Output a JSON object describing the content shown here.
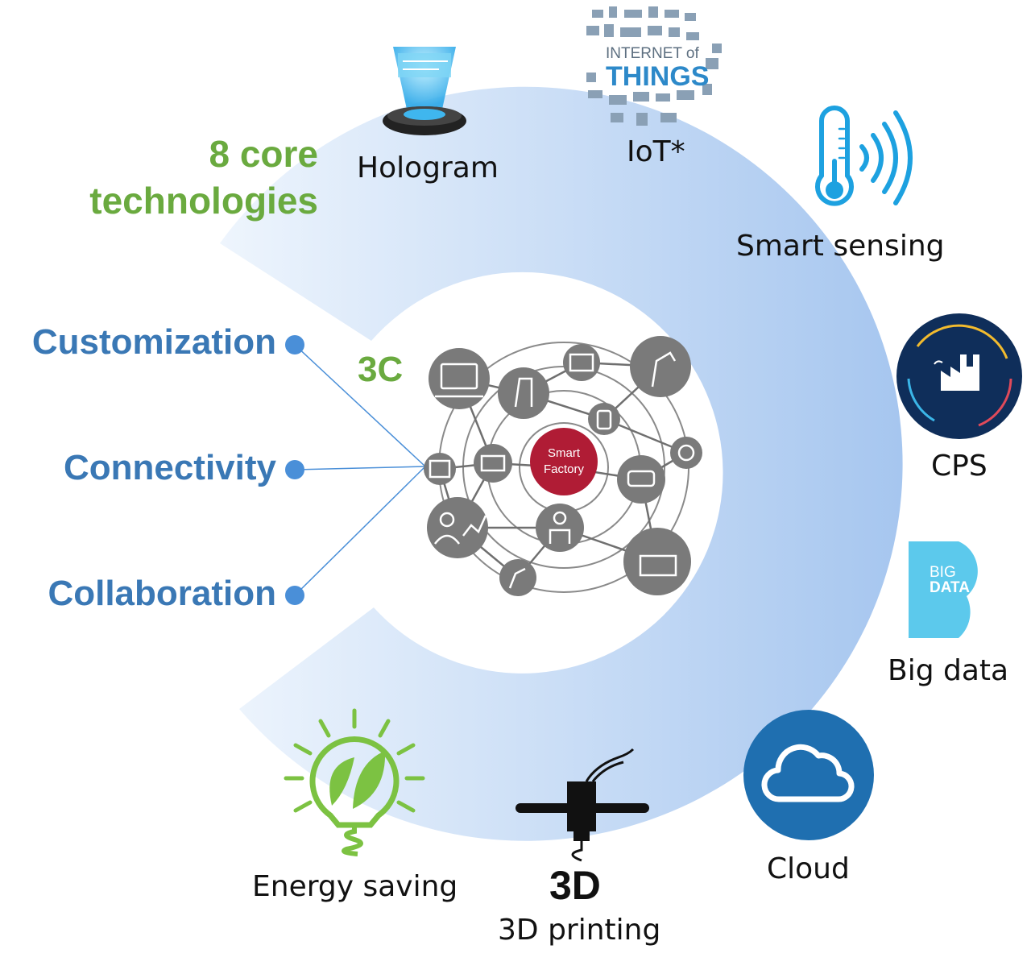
{
  "heading": {
    "line1": "8 core",
    "line2": "technologies"
  },
  "three_c": {
    "title": "3C",
    "items": [
      "Customization",
      "Connectivity",
      "Collaboration"
    ]
  },
  "hub": {
    "line1": "Smart",
    "line2": "Factory"
  },
  "technologies": {
    "hologram": {
      "label": "Hologram",
      "icon": "hologram-icon"
    },
    "iot": {
      "label": "IoT*",
      "icon": "internet-of-things-icon",
      "logo_text_1": "INTERNET of",
      "logo_text_2": "THINGS"
    },
    "smart_sensing": {
      "label": "Smart sensing",
      "icon": "thermometer-signal-icon"
    },
    "cps": {
      "label": "CPS",
      "icon": "factory-icon"
    },
    "big_data": {
      "label": "Big data",
      "icon": "big-data-icon",
      "logo_text_1": "BIG",
      "logo_text_2": "DATA"
    },
    "cloud": {
      "label": "Cloud",
      "icon": "cloud-icon"
    },
    "printing_3d": {
      "label": "3D printing",
      "icon": "3d-printer-icon",
      "logo_text": "3D"
    },
    "energy_saving": {
      "label": "Energy saving",
      "icon": "lightbulb-leaf-icon"
    }
  },
  "colors": {
    "ring_light": "#eaf2fc",
    "ring_dark": "#a9c9f0",
    "green": "#6aaa3f",
    "blue_text": "#3a78b5",
    "connector": "#4a8fd8",
    "hub_red": "#b01c35",
    "node_gray": "#7f7f7f",
    "cps_navy": "#0f2e5a",
    "cloud_blue": "#1f6fb0",
    "big_data_cyan": "#5cc9ec"
  }
}
